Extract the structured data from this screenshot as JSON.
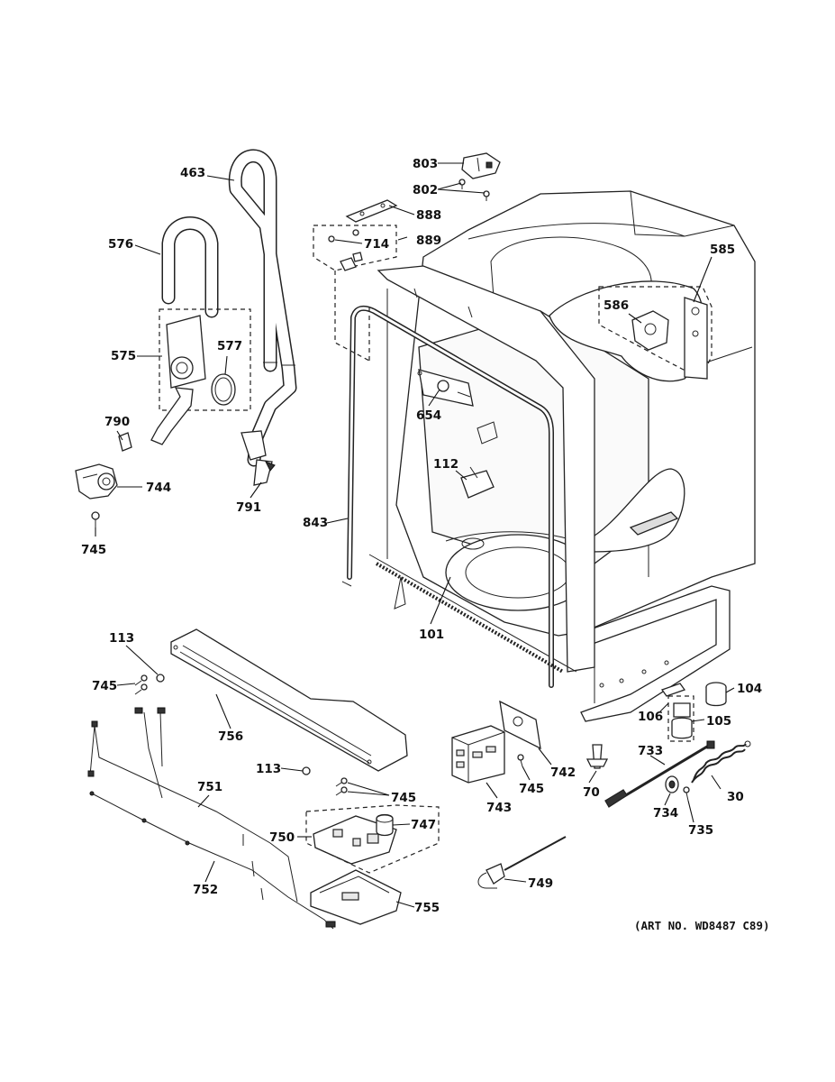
{
  "art_number": "(ART NO. WD8487 C89)",
  "callouts": [
    {
      "id": "803",
      "text": "803"
    },
    {
      "id": "802",
      "text": "802"
    },
    {
      "id": "888",
      "text": "888"
    },
    {
      "id": "889",
      "text": "889"
    },
    {
      "id": "714",
      "text": "714"
    },
    {
      "id": "463",
      "text": "463"
    },
    {
      "id": "576",
      "text": "576"
    },
    {
      "id": "575",
      "text": "575"
    },
    {
      "id": "577",
      "text": "577"
    },
    {
      "id": "585",
      "text": "585"
    },
    {
      "id": "586",
      "text": "586"
    },
    {
      "id": "654",
      "text": "654"
    },
    {
      "id": "790",
      "text": "790"
    },
    {
      "id": "744",
      "text": "744"
    },
    {
      "id": "791",
      "text": "791"
    },
    {
      "id": "745a",
      "text": "745"
    },
    {
      "id": "112",
      "text": "112"
    },
    {
      "id": "843",
      "text": "843"
    },
    {
      "id": "101",
      "text": "101"
    },
    {
      "id": "113a",
      "text": "113"
    },
    {
      "id": "745b",
      "text": "745"
    },
    {
      "id": "756",
      "text": "756"
    },
    {
      "id": "104",
      "text": "104"
    },
    {
      "id": "106",
      "text": "106"
    },
    {
      "id": "105",
      "text": "105"
    },
    {
      "id": "733",
      "text": "733"
    },
    {
      "id": "742",
      "text": "742"
    },
    {
      "id": "113b",
      "text": "113"
    },
    {
      "id": "745c",
      "text": "745"
    },
    {
      "id": "745d",
      "text": "745"
    },
    {
      "id": "70",
      "text": "70"
    },
    {
      "id": "30",
      "text": "30"
    },
    {
      "id": "751",
      "text": "751"
    },
    {
      "id": "743",
      "text": "743"
    },
    {
      "id": "734",
      "text": "734"
    },
    {
      "id": "735",
      "text": "735"
    },
    {
      "id": "747",
      "text": "747"
    },
    {
      "id": "750",
      "text": "750"
    },
    {
      "id": "752",
      "text": "752"
    },
    {
      "id": "749",
      "text": "749"
    },
    {
      "id": "755",
      "text": "755"
    }
  ]
}
